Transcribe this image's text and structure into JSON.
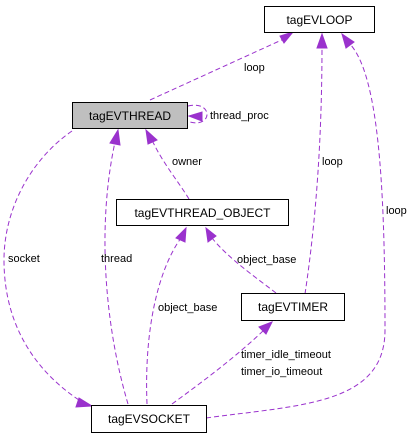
{
  "nodes": {
    "evloop": {
      "label": "tagEVLOOP"
    },
    "evthread": {
      "label": "tagEVTHREAD"
    },
    "evthread_object": {
      "label": "tagEVTHREAD_OBJECT"
    },
    "evtimer": {
      "label": "tagEVTIMER"
    },
    "evsocket": {
      "label": "tagEVSOCKET"
    }
  },
  "edges": {
    "thread_loop": {
      "label": "loop"
    },
    "thread_proc": {
      "label": "thread_proc"
    },
    "object_owner": {
      "label": "owner"
    },
    "timer_loop": {
      "label": "loop"
    },
    "socket_loop": {
      "label": "loop"
    },
    "socket_socket": {
      "label": "socket"
    },
    "socket_thread": {
      "label": "thread"
    },
    "timer_object_base": {
      "label": "object_base"
    },
    "socket_object_base": {
      "label": "object_base"
    },
    "socket_timer": {
      "label": "timer_idle_timeout\ntimer_io_timeout"
    }
  },
  "colors": {
    "edge": "#9a32cd",
    "highlight_fill": "#bfbfbf",
    "node_border": "#000000"
  }
}
